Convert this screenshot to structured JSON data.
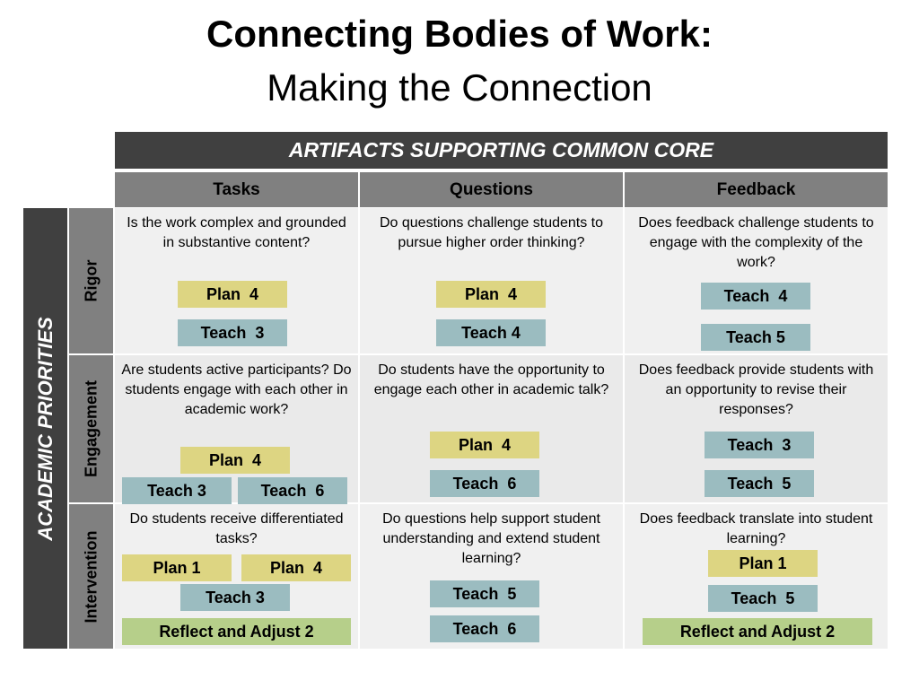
{
  "title": "Connecting Bodies of Work:",
  "subtitle": "Making the Connection",
  "banner": "ARTIFACTS SUPPORTING COMMON CORE",
  "columns": [
    "Tasks",
    "Questions",
    "Feedback"
  ],
  "side_label": "ACADEMIC PRIORITIES",
  "rows": [
    {
      "label": "Rigor",
      "cells": [
        {
          "question": "Is the work complex and grounded in substantive content?",
          "tags": [
            "Plan  4",
            "Teach  3"
          ]
        },
        {
          "question": "Do questions challenge students to pursue higher order thinking?",
          "tags": [
            "Plan  4",
            "Teach 4"
          ]
        },
        {
          "question": "Does feedback challenge students to engage with the complexity of the work?",
          "tags": [
            "Teach  4",
            "Teach 5"
          ]
        }
      ]
    },
    {
      "label": "Engagement",
      "cells": [
        {
          "question": "Are students active participants? Do students engage with each other in academic work?",
          "tags": [
            "Plan  4",
            "Teach 3",
            "Teach  6"
          ]
        },
        {
          "question": "Do students have the opportunity to engage each other in academic talk?",
          "tags": [
            "Plan  4",
            "Teach  6"
          ]
        },
        {
          "question": "Does feedback provide students with an opportunity to revise their responses?",
          "tags": [
            "Teach  3",
            "Teach  5"
          ]
        }
      ]
    },
    {
      "label": "Intervention",
      "cells": [
        {
          "question": "Do students receive differentiated tasks?",
          "tags": [
            "Plan 1",
            "Plan  4",
            "Teach 3",
            "Reflect and Adjust 2"
          ]
        },
        {
          "question": "Do questions help support student understanding and extend student learning?",
          "tags": [
            "Teach  5",
            "Teach  6"
          ]
        },
        {
          "question": "Does feedback translate into student learning?",
          "tags": [
            "Plan 1",
            "Teach  5",
            "Reflect and Adjust 2"
          ]
        }
      ]
    }
  ]
}
